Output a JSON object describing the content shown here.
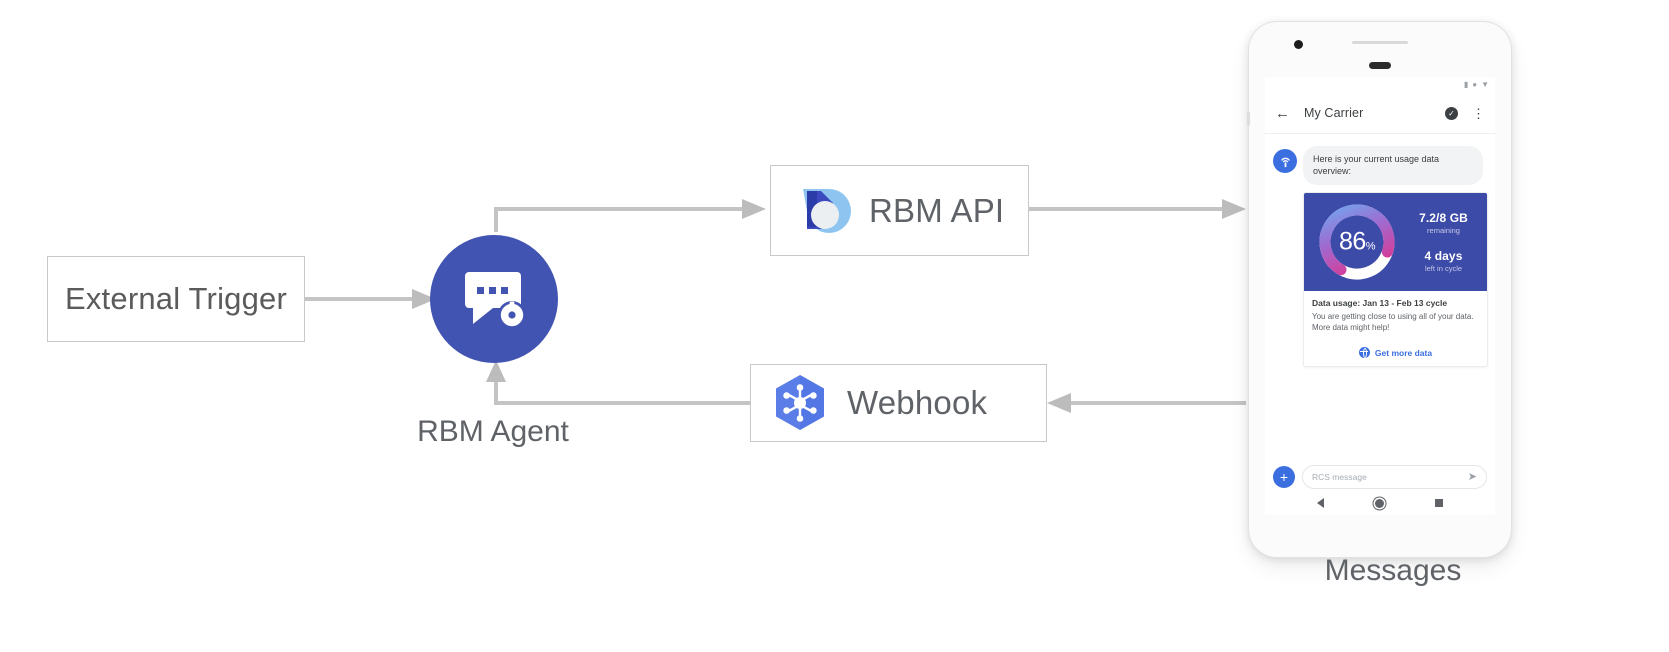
{
  "diagram": {
    "nodes": {
      "external_trigger": {
        "label": "External Trigger"
      },
      "rbm_agent": {
        "label": "RBM Agent",
        "icon": "chat-gear-icon"
      },
      "rbm_api": {
        "label": "RBM API",
        "icon": "rbm-droplet-logo"
      },
      "webhook": {
        "label": "Webhook",
        "icon": "cloud-functions-hexagon-icon"
      },
      "messages": {
        "label": "Messages"
      }
    }
  },
  "phone": {
    "status_bar": {
      "signal": "signal-icon",
      "wifi": "wifi-icon",
      "battery": "battery-icon"
    },
    "app_bar": {
      "back": "back-arrow-icon",
      "title": "My Carrier",
      "verified": "verified-badge-icon",
      "overflow": "kebab-menu-icon"
    },
    "conversation": {
      "incoming_message": "Here is your current usage data overview:",
      "avatar_icon": "carrier-antenna-icon",
      "rich_card": {
        "gauge": {
          "value": "86",
          "unit": "%",
          "percent": 86
        },
        "stats": [
          {
            "value": "7.2/8 GB",
            "caption": "remaining"
          },
          {
            "value": "4 days",
            "caption": "left in cycle"
          }
        ],
        "title": "Data usage: Jan 13 - Feb 13 cycle",
        "body": "You are getting close to using all of your data. More data might help!",
        "action": {
          "icon": "globe-icon",
          "label": "Get more data"
        }
      }
    },
    "composer": {
      "add_icon": "plus-icon",
      "placeholder": "RCS message",
      "send_icon": "send-icon"
    },
    "navbar": {
      "back": "nav-back-icon",
      "home": "nav-home-icon",
      "recents": "nav-recents-icon"
    }
  },
  "colors": {
    "agent_blue": "#4254b2",
    "card_blue": "#3c4aa8",
    "link_blue": "#3b6fe0",
    "gauge_pink": "#e0338c",
    "gauge_light_blue": "#6fa8f0",
    "connector_gray": "#c4c4c4"
  }
}
